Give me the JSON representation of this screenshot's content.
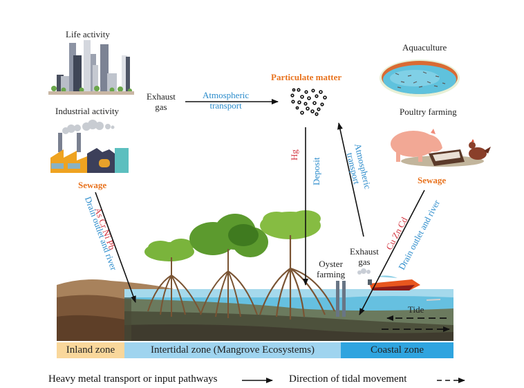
{
  "sources": {
    "life_activity": "Life activity",
    "industrial_activity": "Industrial activity",
    "sewage_left": "Sewage",
    "aquaculture": "Aquaculture",
    "poultry_farming": "Poultry farming",
    "sewage_right": "Sewage"
  },
  "atmosphere": {
    "exhaust_gas_top_line1": "Exhaust",
    "exhaust_gas_top_line2": "gas",
    "atmospheric_transport_top_line1": "Atmospheric",
    "atmospheric_transport_top_line2": "transport",
    "particulate_matter": "Particulate matter",
    "hg": "Hg",
    "deposit": "Deposit",
    "atmospheric_transport_right_line1": "Atmospheric",
    "atmospheric_transport_right_line2": "transport",
    "exhaust_gas_right_line1": "Exhaust",
    "exhaust_gas_right_line2": "gas"
  },
  "pathways": {
    "left_metals": "As Cr Ni Pb",
    "left_route": "Drain outlet and river",
    "right_metals": "Cu Zn Cd",
    "right_route": "Drain outlet and river"
  },
  "scene": {
    "oyster_farming_line1": "Oyster",
    "oyster_farming_line2": "farming",
    "tide": "Tide"
  },
  "zones": {
    "inland": "Inland zone",
    "intertidal": "Intertidal zone (Mangrove Ecosystems)",
    "coastal": "Coastal zone"
  },
  "colors": {
    "orange_label": "#e8731f",
    "blue_label": "#2a8bcb",
    "red_label": "#d3343f",
    "inland_zone": "#f9d79b",
    "intertidal_zone": "#9fd4ef",
    "coastal_zone": "#2fa4df"
  },
  "legend": {
    "transport_label": "Heavy metal transport or input pathways",
    "tidal_label": "Direction of tidal movement"
  }
}
